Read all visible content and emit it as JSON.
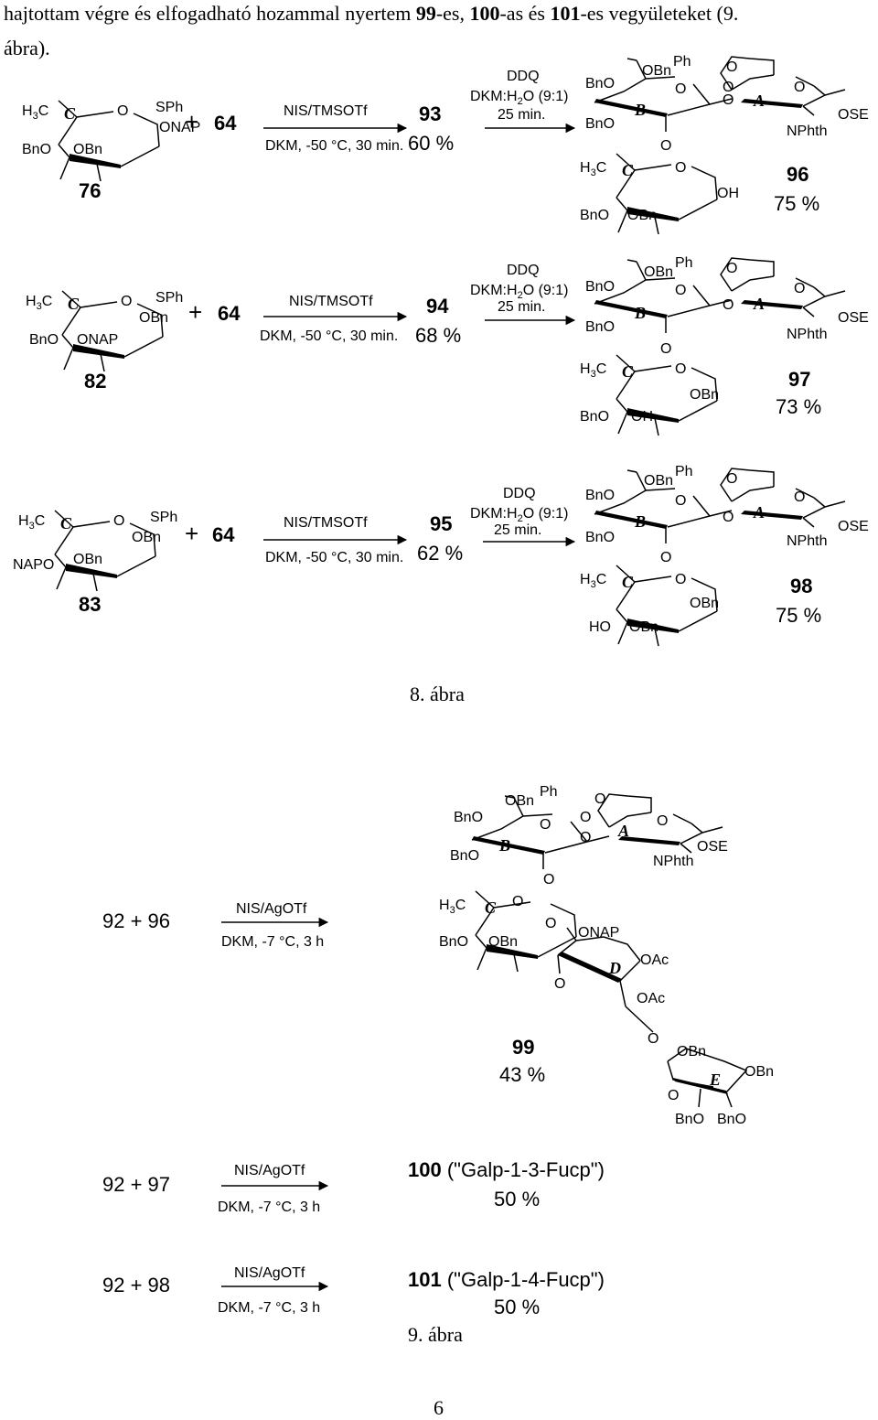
{
  "header_text": [
    "hajtottam végre és elfogadható hozammal nyertem ",
    "99",
    "-es, ",
    "100",
    "-as és ",
    "101",
    "-es vegyületeket (9."
  ],
  "header_text_2": "ábra).",
  "common": {
    "plus": "+",
    "donor_partner": "64",
    "reagent_1": "NIS/TMSOTf",
    "conditions_1": "DKM, -50 °C, 30 min.",
    "reagent_2": "DDQ",
    "conditions_2a": "DKM:H",
    "conditions_2a_sub": "2",
    "conditions_2a_rest": "O (9:1)",
    "conditions_2b": "25 min.",
    "reagent_3": "NIS/AgOTf",
    "conditions_3": "DKM, -7 °C, 3 h"
  },
  "atoms": {
    "H3C_H": "H",
    "H3C_3": "3",
    "H3C_C": "C",
    "O": "O",
    "SPh": "SPh",
    "OBn": "OBn",
    "BnO": "BnO",
    "ONAP": "ONAP",
    "NAPO": "NAPO",
    "OH": "OH",
    "HO": "HO",
    "Ph": "Ph",
    "NPhth": "NPhth",
    "OSE": "OSE",
    "OAc": "OAc"
  },
  "rings": {
    "A": "A",
    "B": "B",
    "C": "C",
    "D": "D",
    "E": "E"
  },
  "rows": [
    {
      "sm": "76",
      "int": "93",
      "int_yield": "60 %",
      "prod": "96",
      "prod_yield": "75 %"
    },
    {
      "sm": "82",
      "int": "94",
      "int_yield": "68 %",
      "prod": "97",
      "prod_yield": "73 %"
    },
    {
      "sm": "83",
      "int": "95",
      "int_yield": "62 %",
      "prod": "98",
      "prod_yield": "75 %"
    }
  ],
  "figure_8_caption": "8. ábra",
  "scheme_9": {
    "r1_reactants": "92 + 96",
    "prod_99": "99",
    "prod_99_yield": "43 %",
    "r2_reactants": "92 + 97",
    "prod_100_num": "100",
    "prod_100_name": " (\"Galp-1-3-Fucp\")",
    "prod_100_yield": "50 %",
    "r3_reactants": "92 + 98",
    "prod_101_num": "101",
    "prod_101_name": " (\"Galp-1-4-Fucp\")",
    "prod_101_yield": "50 %"
  },
  "figure_9_caption": "9. ábra",
  "page_number": "6"
}
